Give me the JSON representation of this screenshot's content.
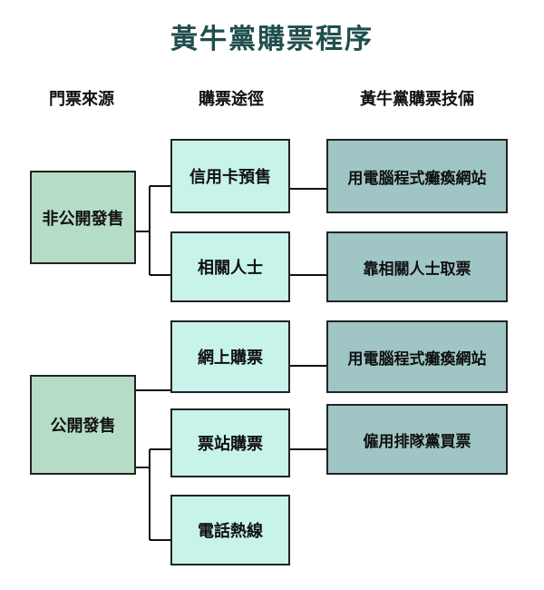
{
  "title": "黃牛黨購票程序",
  "headers": {
    "col1": "門票來源",
    "col2": "購票途徑",
    "col3": "黃牛黨購票技倆"
  },
  "categories": {
    "non_public": "非公開發售",
    "public": "公開發售"
  },
  "routes": {
    "credit_presale": "信用卡預售",
    "related_persons": "相關人士",
    "online": "網上購票",
    "station": "票站購票",
    "hotline": "電話熱線"
  },
  "tactics": {
    "t1": "用電腦程式癱瘓網站",
    "t2": "靠相關人士取票",
    "t3": "用電腦程式癱瘓網站",
    "t4": "僱用排隊黨買票"
  },
  "colors": {
    "title": "#1f4e4d",
    "category_fill": "#b5dcc4",
    "route_fill": "#c7f3ea",
    "tactic_fill": "#9fc6c5"
  }
}
